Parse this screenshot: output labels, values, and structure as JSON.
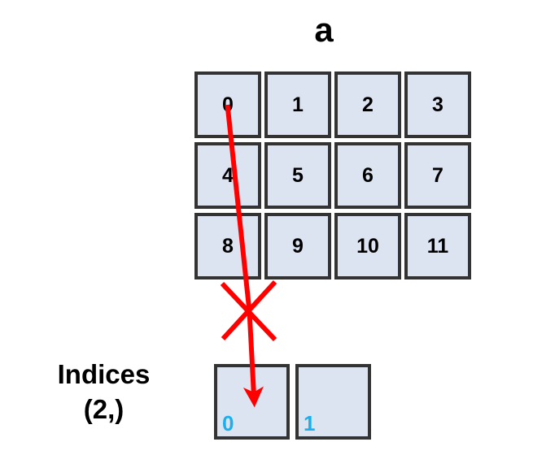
{
  "figure": {
    "array_title": "a",
    "array": {
      "rows": 3,
      "cols": 4,
      "cells": [
        [
          "0",
          "1",
          "2",
          "3"
        ],
        [
          "4",
          "5",
          "6",
          "7"
        ],
        [
          "8",
          "9",
          "10",
          "11"
        ]
      ]
    },
    "indices": {
      "label_line1": "Indices",
      "label_line2": "(2,)",
      "cells": [
        "0",
        "1"
      ]
    },
    "annotations": {
      "arrow_label": "arrow from element 0 to index slot 0",
      "cross_label": "cross marker on arrow path"
    },
    "colors": {
      "cell_fill": "#dce3f1",
      "cell_border": "#333333",
      "index_number": "#19b0ef",
      "arrow": "#ff0000",
      "text": "#000000",
      "background": "#ffffff"
    }
  }
}
